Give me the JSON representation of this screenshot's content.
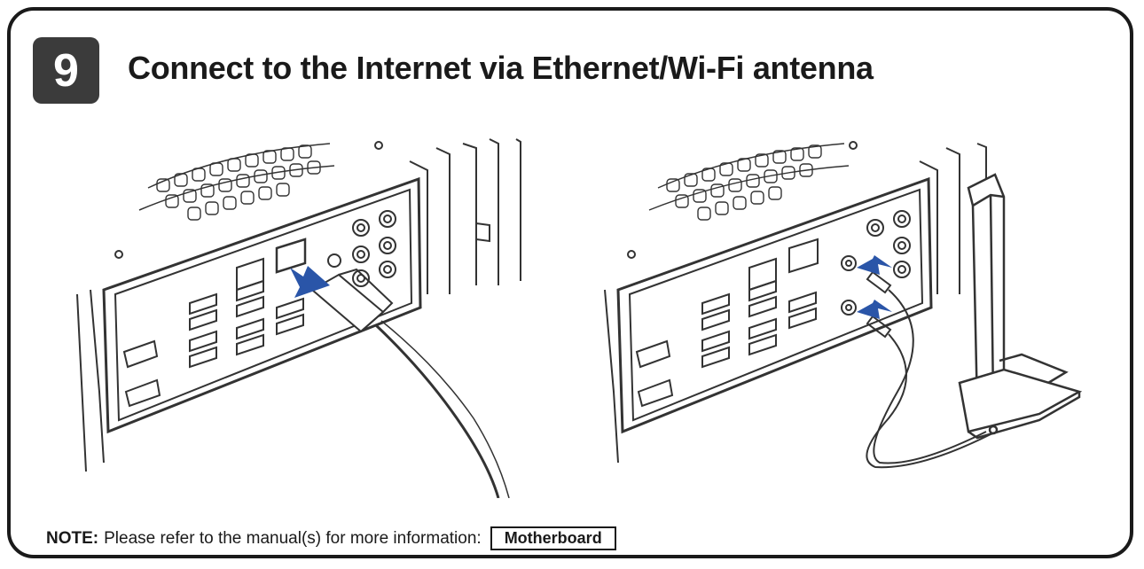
{
  "step": {
    "number": "9",
    "title": "Connect to the Internet via Ethernet/Wi-Fi antenna"
  },
  "illustrations": {
    "left": "ethernet-cable-connection",
    "right": "wifi-antenna-connection",
    "arrow_color": "#2a55a8",
    "line_color": "#333333"
  },
  "note": {
    "label": "NOTE:",
    "text": "Please refer to the manual(s) for more information:",
    "manual": "Motherboard"
  },
  "colors": {
    "badge": "#3b3b3b",
    "frame": "#1a1a1a"
  }
}
